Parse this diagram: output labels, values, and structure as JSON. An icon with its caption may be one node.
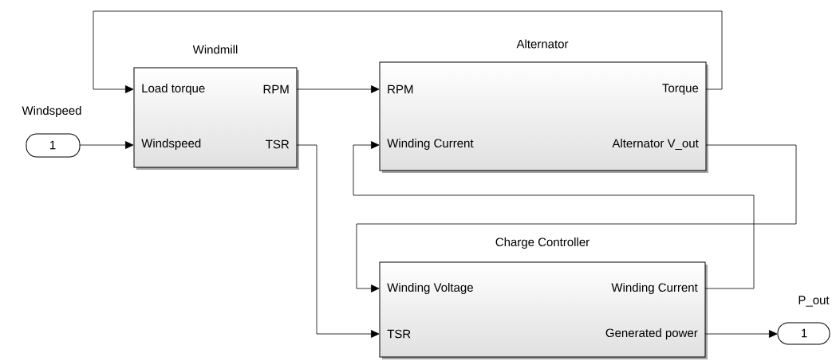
{
  "diagram": {
    "nodes": [
      {
        "text": [
          "Windspeed",
          "1"
        ]
      },
      {
        "text": [
          "Windmill",
          "Load torque",
          "RPM",
          "Windspeed",
          "TSR"
        ]
      },
      {
        "text": [
          "Alternator",
          "RPM",
          "Torque",
          "Winding Current",
          "Alternator V_out"
        ]
      },
      {
        "text": [
          "Charge Controller",
          "Winding Voltage",
          "Winding Current",
          "TSR",
          "Generated power"
        ]
      },
      {
        "text": [
          "P_out",
          "1"
        ]
      }
    ],
    "edges": [
      {
        "from": 0,
        "to": 1,
        "arrow": "to"
      },
      {
        "from": 2,
        "to": 1,
        "arrow": "to"
      },
      {
        "from": 1,
        "to": 2,
        "arrow": "to"
      },
      {
        "from": 1,
        "to": 3,
        "arrow": "to"
      },
      {
        "from": 2,
        "to": 3,
        "arrow": "to"
      },
      {
        "from": 3,
        "to": 2,
        "arrow": "to"
      },
      {
        "from": 3,
        "to": 4,
        "arrow": "to"
      }
    ]
  }
}
